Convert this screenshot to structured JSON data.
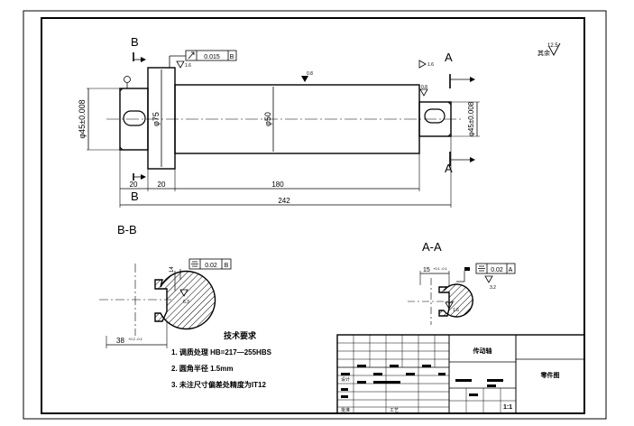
{
  "views": {
    "section_b_mark_top": "B",
    "section_b_mark_bottom": "B",
    "section_a_mark_top": "A",
    "section_a_mark_bottom": "A",
    "section_bb_title": "B-B",
    "section_aa_title": "A-A"
  },
  "roughness": {
    "general": "12.5",
    "general_note": "其余",
    "shaft_surface": "0.8",
    "left_shoulder": "1.6",
    "right_shoulder": "1.6",
    "journal_right": "0.8",
    "keyway_b": "6.3",
    "keyway_a": "1.6",
    "keyway_a_side": "3.2"
  },
  "dimensions": {
    "left_journal_dia": "φ45±0.008",
    "collar_dia": "φ75",
    "main_dia": "φ50",
    "right_journal_dia": "φ45±0.008",
    "len_left_journal": "20",
    "len_collar": "20",
    "len_main": "180",
    "len_total": "242",
    "bb_key_depth": "38",
    "bb_key_tol": "+0.2 -0.1",
    "bb_keyway_width": "14",
    "aa_key_depth": "15",
    "aa_key_tol": "+0.1 -0.1"
  },
  "tolerances": {
    "runout": "0.015",
    "runout_datum": "B",
    "sym_b": "0.02",
    "sym_b_datum": "B",
    "sym_a": "0.02",
    "sym_a_datum": "A"
  },
  "tech_req": {
    "title": "技术要求",
    "items": [
      "1. 调质处理 HB=217—255HBS",
      "2. 圆角半径  1.5mm",
      "3. 未注尺寸偏差处精度为IT12"
    ]
  },
  "title_block": {
    "part_name": "传动轴",
    "drawing_no": "零件图",
    "scale": "1:1",
    "designer_label": "设计",
    "process_label": "工艺",
    "approve_label": "批准"
  },
  "colors": {
    "line": "#000000",
    "hatch": "#000000",
    "paper": "#ffffff"
  }
}
